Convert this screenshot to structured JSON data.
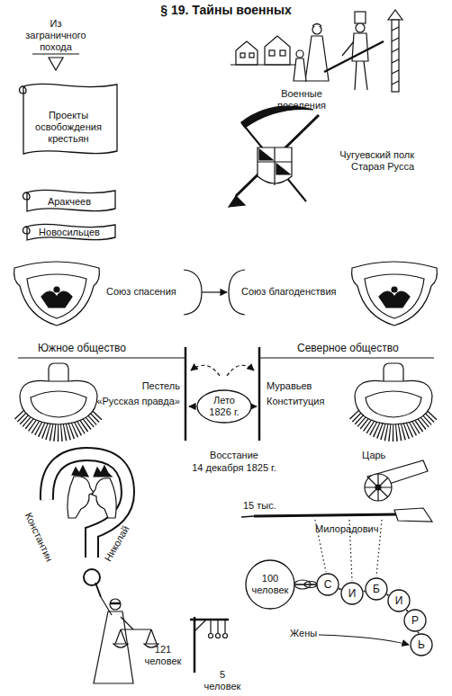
{
  "diagram": {
    "title": "§ 19. Тайны военных",
    "nodes": [
      {
        "text": [
          "Проекты освобождения крестьян"
        ]
      },
      {
        "text": [
          "Аракчеев"
        ]
      },
      {
        "text": [
          "Новосильцев"
        ]
      },
      {
        "text": [
          "Лето 1826 г."
        ]
      },
      {
        "text": [
          "100 человек"
        ]
      },
      {
        "text": [
          "С"
        ]
      },
      {
        "text": [
          "И"
        ]
      },
      {
        "text": [
          "Б"
        ]
      },
      {
        "text": [
          "И"
        ]
      },
      {
        "text": [
          "Р"
        ]
      },
      {
        "text": [
          "Ь"
        ]
      }
    ],
    "edges": [
      {
        "from": 4,
        "to": 5,
        "arrow": "none"
      },
      {
        "from": 5,
        "to": 6,
        "arrow": "none"
      },
      {
        "from": 6,
        "to": 7,
        "arrow": "none"
      },
      {
        "from": 7,
        "to": 8,
        "arrow": "none"
      },
      {
        "from": 8,
        "to": 9,
        "arrow": "none"
      },
      {
        "from": 9,
        "to": 10,
        "arrow": "none"
      }
    ],
    "labels": [
      "Из заграничного похода",
      "Военные поселения",
      "Чугуевский полк Старая Русса",
      "Союз спасения",
      "Союз благоденствия",
      "Южное общество",
      "Северное общество",
      "Пестель",
      "«Русская правда»",
      "Муравьев",
      "Конституция",
      "Восстание",
      "14 декабря 1825 г.",
      "Константин",
      "Николай",
      "Царь",
      "15 тыс.",
      "Милорадович",
      "Жены",
      "121 человек",
      "5 человек"
    ]
  }
}
